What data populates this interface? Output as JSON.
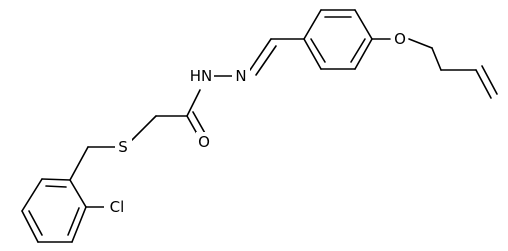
{
  "structure": {
    "atoms": {
      "S": "S",
      "O_carbonyl": "O",
      "N_amide": "HN",
      "N_imine": "N",
      "O_ether": "O",
      "Cl": "Cl"
    }
  },
  "colors": {
    "bond": "#000000",
    "label": "#000000",
    "background": "#ffffff"
  }
}
